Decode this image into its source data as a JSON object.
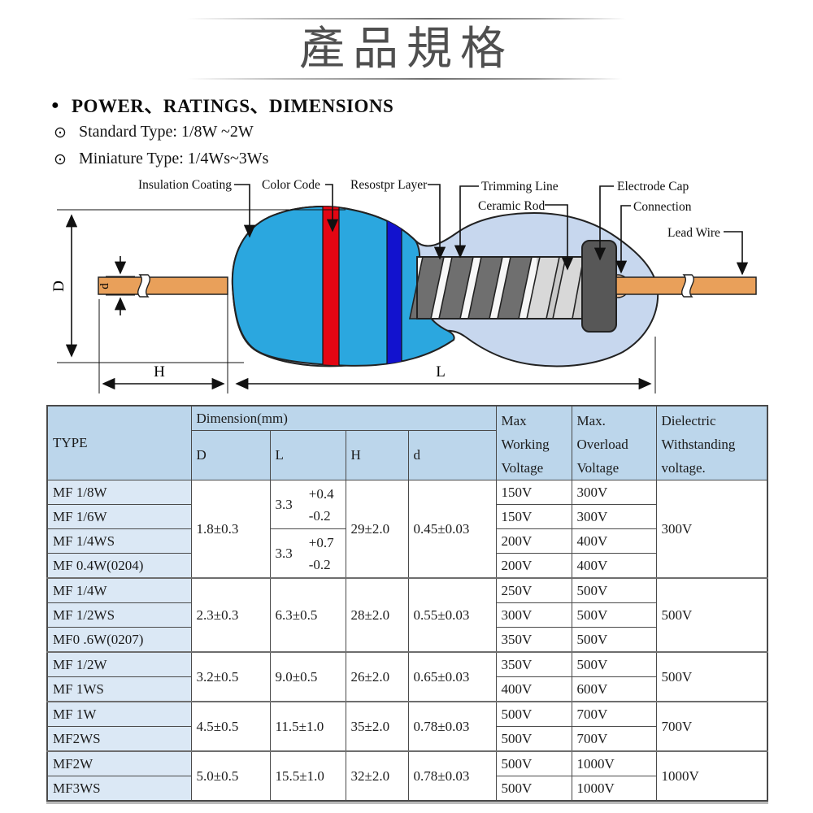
{
  "title": "產品規格",
  "heading": {
    "bullet": "●",
    "text": "POWER、RATINGS、DIMENSIONS"
  },
  "bullets": [
    {
      "glyph": "⊙",
      "text": "Standard Type: 1/8W ~2W"
    },
    {
      "glyph": "⊙",
      "text": "Miniature Type: 1/4Ws~3Ws"
    }
  ],
  "diagram": {
    "labels": {
      "insulation_coating": "Insulation Coating",
      "color_code": "Color Code",
      "resistor_layer": "Resostpr Layer",
      "trimming_line": "Trimming Line",
      "ceramic_rod": "Ceramic Rod",
      "electrode_cap": "Electrode Cap",
      "connection": "Connection",
      "lead_wire": "Lead Wire"
    },
    "dims": {
      "D": "D",
      "d": "d",
      "H": "H",
      "L": "L"
    },
    "colors": {
      "body": "#2BA7DF",
      "band_red": "#E30613",
      "band_blue": "#1212CE",
      "coating": "#C7D7EE",
      "element": "#6F6F6F",
      "rod": "#C9C9C9",
      "rod_band": "#D8D8D8",
      "cap": "#575757",
      "wire": "#E9A05A",
      "connection": "#F6C8A0"
    }
  },
  "table": {
    "header": {
      "type": "TYPE",
      "dimension": "Dimension(mm)",
      "sub": [
        "D",
        "L",
        "H",
        "d"
      ],
      "max_working": [
        "Max",
        "Working",
        "Voltage"
      ],
      "max_overload": [
        "Max.",
        "Overload",
        "Voltage"
      ],
      "dielectric": [
        "Dielectric",
        "Withstanding",
        "voltage."
      ]
    },
    "rows": [
      {
        "type": "MF 1/8W",
        "working": "150V",
        "overload": "300V"
      },
      {
        "type": "MF 1/6W",
        "working": "150V",
        "overload": "300V"
      },
      {
        "type": "MF 1/4WS",
        "working": "200V",
        "overload": "400V"
      },
      {
        "type": "MF 0.4W(0204)",
        "working": "200V",
        "overload": "400V"
      },
      {
        "type": "MF 1/4W",
        "working": "250V",
        "overload": "500V"
      },
      {
        "type": "MF 1/2WS",
        "working": "300V",
        "overload": "500V"
      },
      {
        "type": "MF0 .6W(0207)",
        "working": "350V",
        "overload": "500V"
      },
      {
        "type": "MF 1/2W",
        "working": "350V",
        "overload": "500V"
      },
      {
        "type": "MF 1WS",
        "working": "400V",
        "overload": "600V"
      },
      {
        "type": "MF 1W",
        "working": "500V",
        "overload": "700V"
      },
      {
        "type": "MF2WS",
        "working": "500V",
        "overload": "700V"
      },
      {
        "type": "MF2W",
        "working": "500V",
        "overload": "1000V"
      },
      {
        "type": "MF3WS",
        "working": "500V",
        "overload": "1000V"
      }
    ],
    "merged": {
      "g1": {
        "d": "1.8±0.3",
        "h": "29±2.0",
        "dia": "0.45±0.03",
        "dielectric": "300V",
        "l1": {
          "base": "3.3",
          "plus": "+0.4",
          "minus": "-0.2"
        },
        "l2": {
          "base": "3.3",
          "plus": "+0.7",
          "minus": "-0.2"
        }
      },
      "g2": {
        "d": "2.3±0.3",
        "l": "6.3±0.5",
        "h": "28±2.0",
        "dia": "0.55±0.03",
        "dielectric": "500V"
      },
      "g3": {
        "d": "3.2±0.5",
        "l": "9.0±0.5",
        "h": "26±2.0",
        "dia": "0.65±0.03",
        "dielectric": "500V"
      },
      "g4": {
        "d": "4.5±0.5",
        "l": "11.5±1.0",
        "h": "35±2.0",
        "dia": "0.78±0.03",
        "dielectric": "700V"
      },
      "g5": {
        "d": "5.0±0.5",
        "l": "15.5±1.0",
        "h": "32±2.0",
        "dia": "0.78±0.03",
        "dielectric": "1000V"
      }
    }
  }
}
